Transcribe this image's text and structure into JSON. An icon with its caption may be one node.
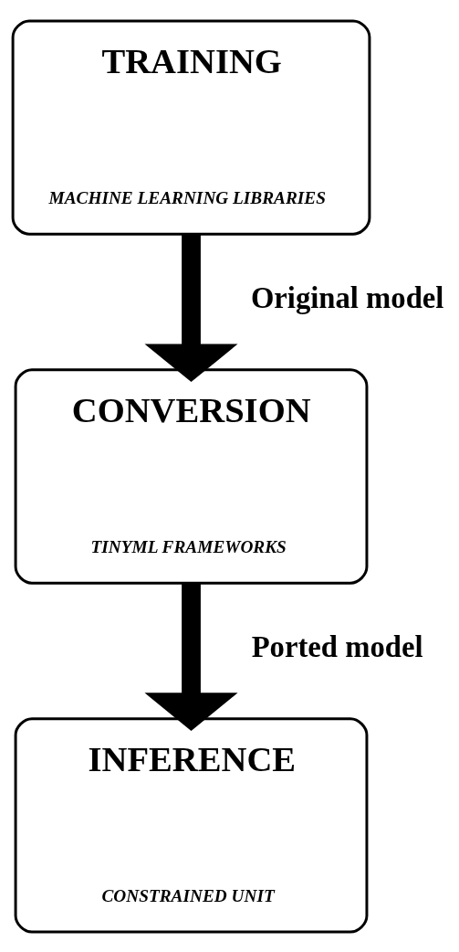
{
  "diagram": {
    "nodes": [
      {
        "text": [
          "TRAINING",
          "MACHINE LEARNING LIBRARIES"
        ]
      },
      {
        "text": [
          "CONVERSION",
          "TINYML FRAMEWORKS"
        ]
      },
      {
        "text": [
          "INFERENCE",
          "CONSTRAINED UNIT"
        ]
      }
    ],
    "edges": [
      {
        "from": 0,
        "to": 1,
        "arrow": "to",
        "label": "Original model"
      },
      {
        "from": 1,
        "to": 2,
        "arrow": "to",
        "label": "Ported model"
      }
    ]
  }
}
